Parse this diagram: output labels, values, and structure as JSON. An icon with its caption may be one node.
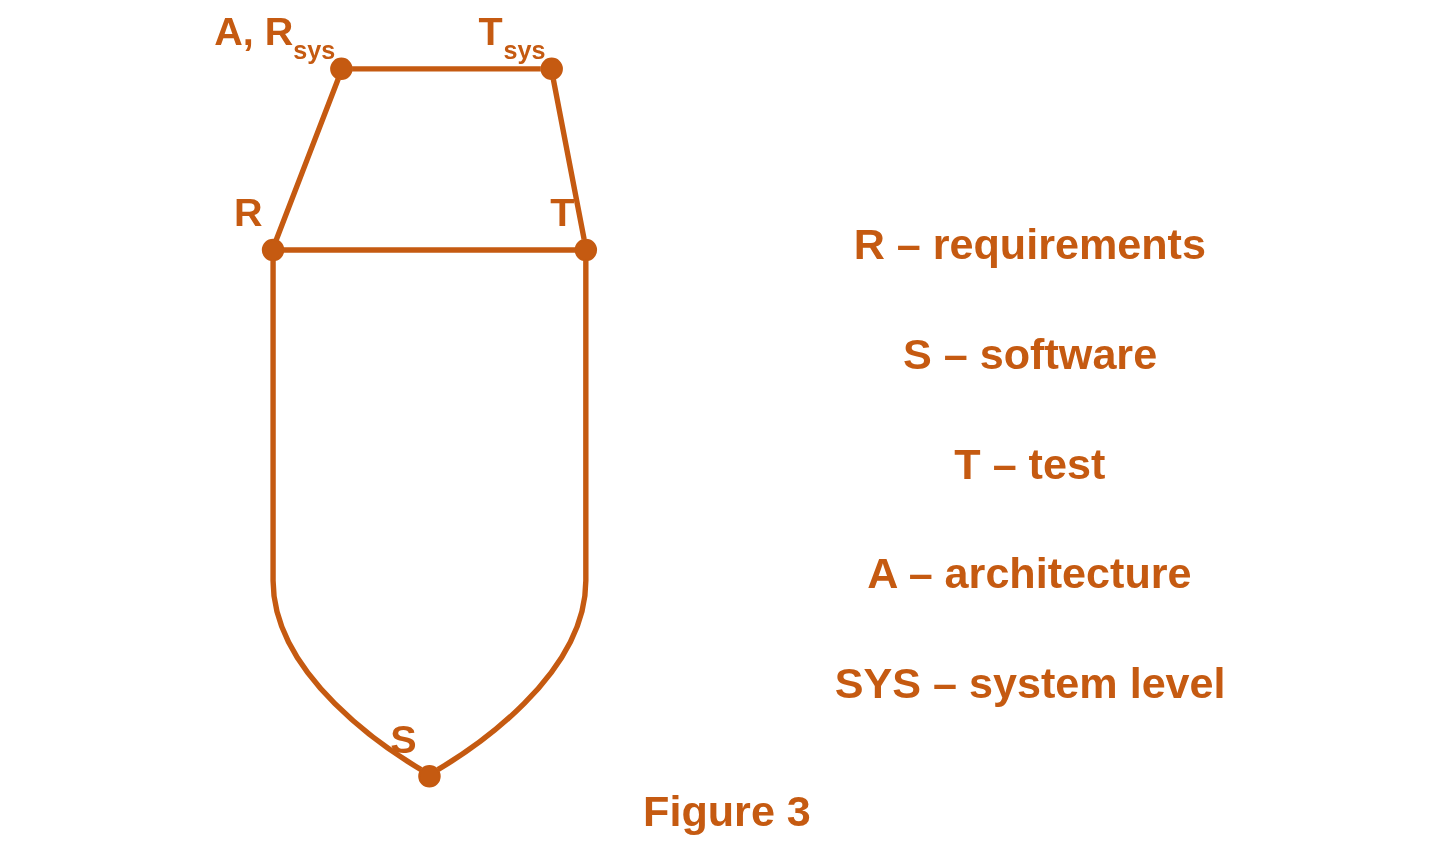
{
  "diagram": {
    "caption": "Figure 3",
    "nodes": [
      {
        "text": [],
        "shape": "circle",
        "beside": [
          "A, R$_{sys}$"
        ]
      },
      {
        "text": [],
        "shape": "circle",
        "beside": [
          "T$_{sys}$"
        ]
      },
      {
        "text": [],
        "shape": "circle",
        "beside": [
          "R"
        ]
      },
      {
        "text": [],
        "shape": "circle",
        "beside": [
          "T"
        ]
      },
      {
        "text": [],
        "shape": "circle",
        "beside": [
          "S"
        ]
      }
    ],
    "edges": [
      {
        "from": 0,
        "to": 1,
        "arrow": "none"
      },
      {
        "from": 0,
        "to": 2,
        "arrow": "none"
      },
      {
        "from": 1,
        "to": 3,
        "arrow": "none"
      },
      {
        "from": 2,
        "to": 3,
        "arrow": "none"
      },
      {
        "from": 2,
        "to": 4,
        "arrow": "none"
      },
      {
        "from": 3,
        "to": 4,
        "arrow": "none"
      }
    ],
    "labels": [
      "R – requirements",
      "S – software",
      "T – test",
      "A – architecture",
      "SYS – system level"
    ]
  }
}
